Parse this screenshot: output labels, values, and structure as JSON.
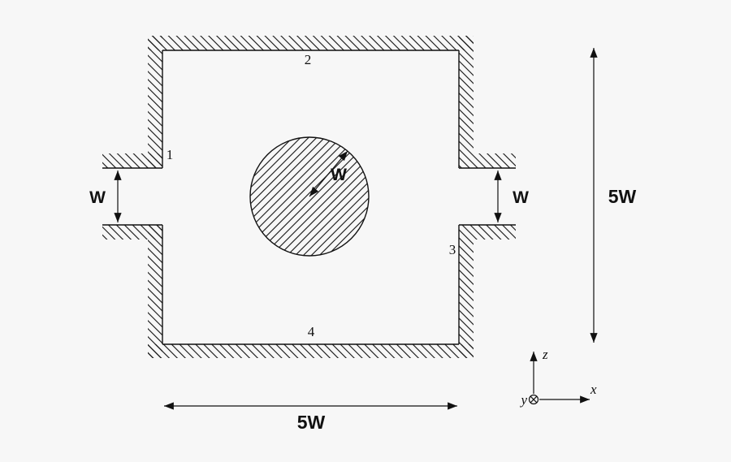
{
  "diagram": {
    "boundary_labels": {
      "left_inlet_wall": "1",
      "top_wall": "2",
      "right_outlet_wall": "3",
      "bottom_wall": "4"
    },
    "dimensions": {
      "inlet_width": "W",
      "outlet_width": "W",
      "cylinder_diameter": "W",
      "domain_width": "5W",
      "domain_height": "5W"
    },
    "axes": {
      "x": "x",
      "y": "y",
      "z": "z"
    },
    "colors": {
      "background": "#f7f7f7",
      "ink": "#111111"
    }
  }
}
